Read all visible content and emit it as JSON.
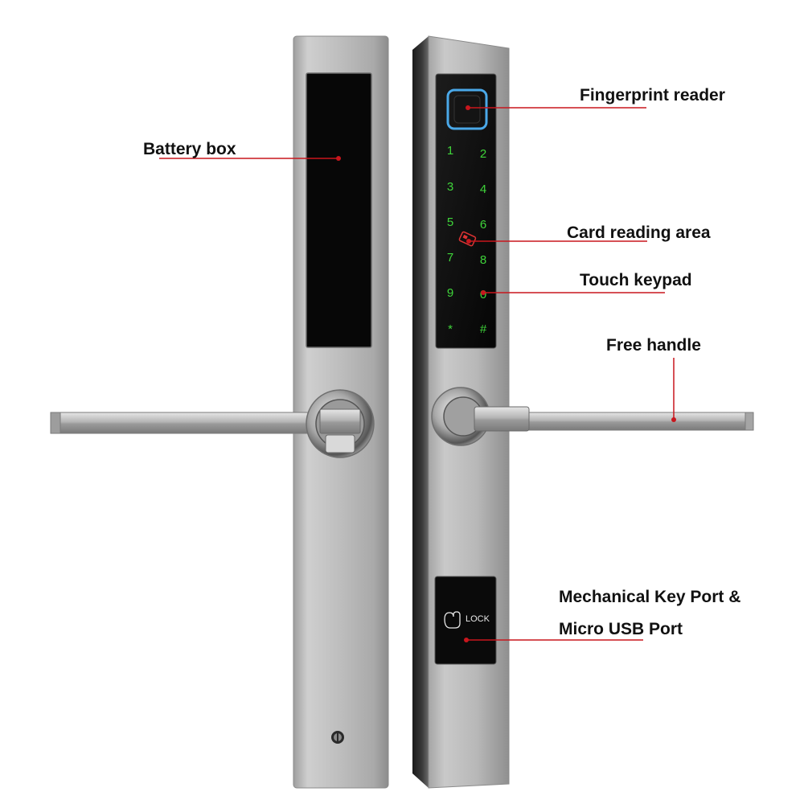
{
  "labels": {
    "battery_box": "Battery box",
    "fingerprint_reader": "Fingerprint reader",
    "card_reading_area": "Card reading area",
    "touch_keypad": "Touch keypad",
    "free_handle": "Free handle",
    "mechanical_key_port_line1": "Mechanical Key Port &",
    "mechanical_key_port_line2": "Micro USB Port"
  },
  "keypad": {
    "keys": [
      "1",
      "2",
      "3",
      "4",
      "5",
      "6",
      "7",
      "8",
      "9",
      "0",
      "*",
      "#"
    ]
  },
  "key_cover": {
    "text": "LOCK"
  },
  "colors": {
    "leader_line": "#c8161d",
    "keypad_glow": "#3fd43a",
    "fingerprint_ring": "#4aa8e8",
    "steel": "#b9b9b9"
  },
  "icons": {
    "fingerprint": "fingerprint-sensor-icon",
    "card": "rfid-card-icon",
    "touch": "hand-touch-icon",
    "screw": "screw-icon"
  }
}
